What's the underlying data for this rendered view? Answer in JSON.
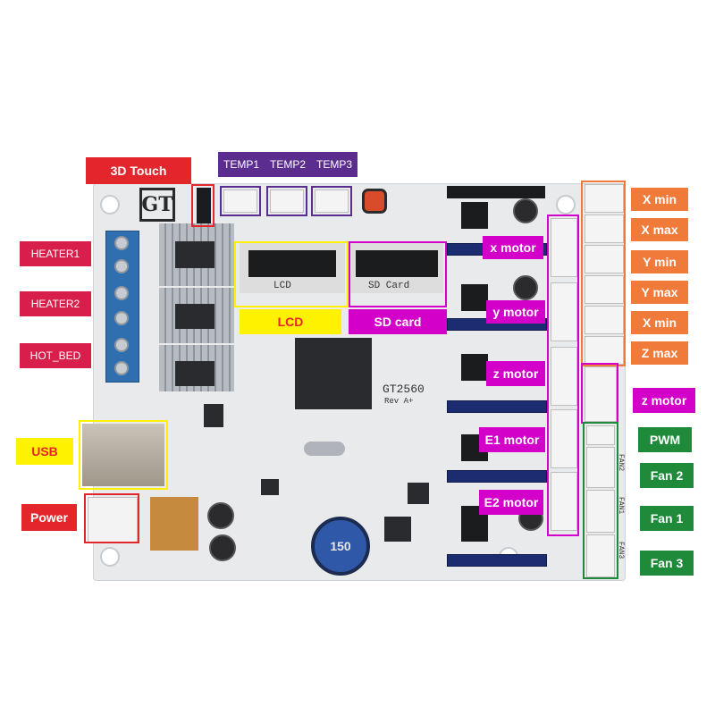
{
  "labels": {
    "touch3d": "3D Touch",
    "temp1": "TEMP1",
    "temp2": "TEMP2",
    "temp3": "TEMP3",
    "heater1": "HEATER1",
    "heater2": "HEATER2",
    "hot_bed": "HOT_BED",
    "usb": "USB",
    "power": "Power",
    "lcd": "LCD",
    "sd_card": "SD card",
    "x_motor": "x motor",
    "y_motor": "y motor",
    "z_motor": "z motor",
    "e1_motor": "E1 motor",
    "e2_motor": "E2 motor",
    "x_min_1": "X min",
    "x_max": "X max",
    "y_min": "Y min",
    "y_max": "Y max",
    "x_min_2": "X min",
    "z_max": "Z max",
    "z_motor_side": "z motor",
    "pwm": "PWM",
    "fan2": "Fan 2",
    "fan1": "Fan 1",
    "fan3": "Fan 3"
  },
  "board": {
    "model": "GT2560",
    "revision": "Rev A+",
    "silk_lcd": "LCD",
    "silk_sd": "SD Card",
    "logo": "GT",
    "inductor": "150",
    "silk_fan2": "FAN2",
    "silk_fan1": "FAN1",
    "silk_fan3": "FAN3"
  },
  "colors": {
    "red": "#e3262b",
    "crimson": "#d81e4a",
    "purple": "#5b2d8e",
    "orange": "#f07a3a",
    "magenta": "#d200c8",
    "green": "#1e8a3a",
    "yellow": "#fff200"
  }
}
